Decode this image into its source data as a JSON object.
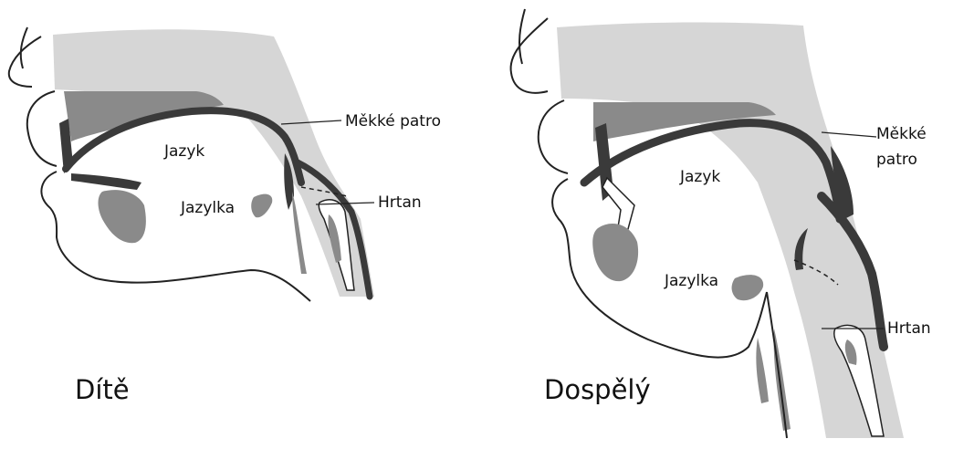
{
  "child": {
    "caption": "Dítě",
    "labels": {
      "soft_palate": "Měkké patro",
      "tongue": "Jazyk",
      "epiglottis": "Jazylka",
      "larynx": "Hrtan"
    }
  },
  "adult": {
    "caption": "Dospělý",
    "labels": {
      "soft_palate_line1": "Měkké",
      "soft_palate_line2": "patro",
      "tongue": "Jazyk",
      "epiglottis": "Jazylka",
      "larynx": "Hrtan"
    }
  },
  "colors": {
    "tissue_light": "#d6d6d6",
    "tissue_mid": "#8a8a8a",
    "tissue_dark": "#3a3a3a",
    "outline": "#222222"
  }
}
